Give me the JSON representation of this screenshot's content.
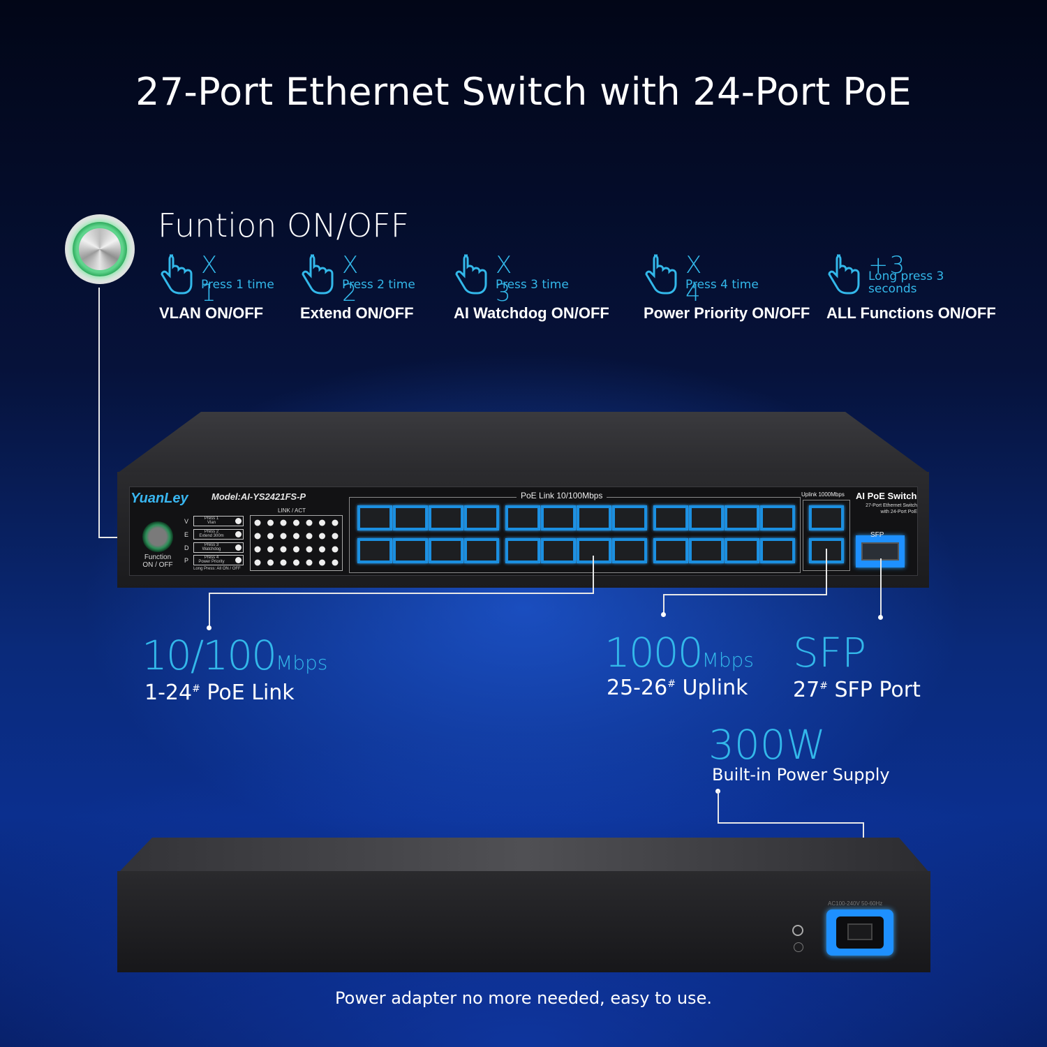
{
  "title": "27-Port Ethernet Switch with 24-Port PoE",
  "function_title": "Funtion ON/OFF",
  "functions": [
    {
      "count": "X 1",
      "detail": "Press 1 time",
      "label": "VLAN ON/OFF"
    },
    {
      "count": "X 2",
      "detail": "Press 2 time",
      "label": "Extend ON/OFF"
    },
    {
      "count": "X 3",
      "detail": "Press 3 time",
      "label": "AI Watchdog ON/OFF"
    },
    {
      "count": "X 4",
      "detail": "Press 4 time",
      "label": "Power Priority ON/OFF"
    },
    {
      "count": "+3",
      "detail": "Long press 3",
      "detail2": "seconds",
      "label": "ALL Functions ON/OFF"
    }
  ],
  "device": {
    "brand": "YuanLey",
    "model": "Model:AI-YS2421FS-P",
    "button_label_1": "Function",
    "button_label_2": "ON / OFF",
    "mode_letters": [
      "V",
      "E",
      "D",
      "P"
    ],
    "mode_boxes": [
      [
        "Press 1",
        "Vlan"
      ],
      [
        "Press 2",
        "Extend 300m"
      ],
      [
        "Press 3",
        "Watchdog"
      ],
      [
        "Press 4",
        "Power Priority"
      ]
    ],
    "long_press": "Long Press: All ON / OFF",
    "led_title": "LINK / ACT",
    "poe_label": "PoE Link 10/100Mbps",
    "uplink_label": "Uplink 1000Mbps",
    "ai_badge": "AI PoE Switch",
    "ai_sub_1": "27-Port Ethernet Switch",
    "ai_sub_2": "with 24-Port PoE",
    "sfp_label": "SFP",
    "ac_text": "AC100-240V 50-60Hz"
  },
  "specs": {
    "s1_big": "10/100",
    "s1_unit": "Mbps",
    "s1_sub_a": "1-24",
    "s1_sub_b": " PoE Link",
    "s2_big": "1000",
    "s2_unit": "Mbps",
    "s2_sub_a": "25-26",
    "s2_sub_b": " Uplink",
    "s3_big": "SFP",
    "s3_sub_a": "27",
    "s3_sub_b": " SFP Port",
    "s4_big": "300W",
    "s4_sub": "Built-in Power Supply",
    "hash": "#"
  },
  "footer": "Power adapter no more needed, easy to use.",
  "colors": {
    "accent": "#33b8ea",
    "port_glow": "#1e90ff"
  }
}
